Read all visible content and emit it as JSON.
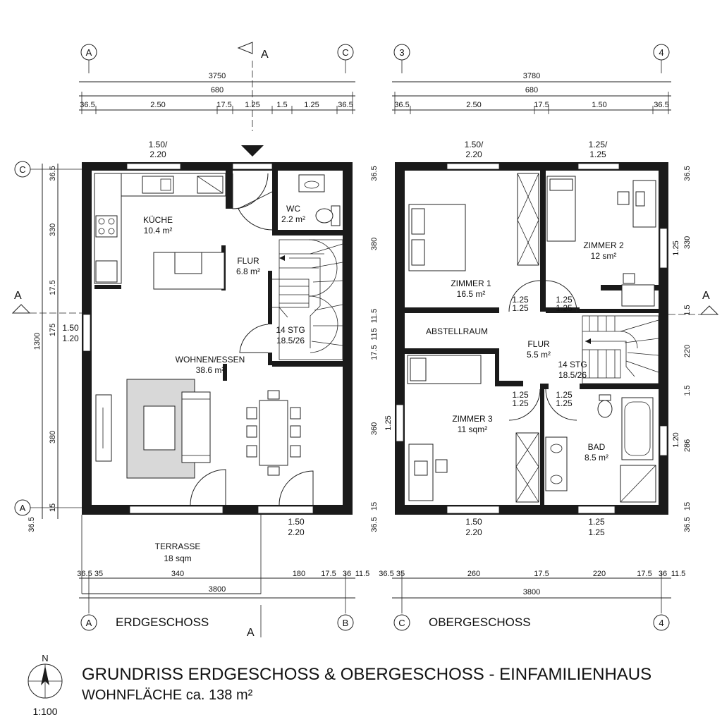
{
  "title": "GRUNDRISS ERDGESCHOSS & OBERGESCHOSS - EINFAMILIENHAUS",
  "subtitle": "WOHNFLÄCHE ca. 138 m²",
  "north": "N",
  "scale": "1:100",
  "section_marker": "A",
  "ground_floor": {
    "name": "ERDGESCHOSS",
    "axes": {
      "top_left": "A",
      "top_right": "C",
      "left_top": "C",
      "left_bottom": "A",
      "bottom_left": "A",
      "bottom_right": "B"
    },
    "top_dims": {
      "total": "3750",
      "second": "680",
      "chain": [
        "36.5",
        "2.50",
        "17.5",
        "1.25",
        "1.5",
        "1.25",
        "36.5"
      ]
    },
    "bottom_dims": {
      "chain": [
        "36.5",
        "35",
        "340",
        "180",
        "17.5",
        "36",
        "11.5"
      ],
      "total": "3800"
    },
    "left_dims": {
      "total": "1300",
      "chain": [
        "36.5",
        "330",
        "17.5",
        "175",
        "380",
        "15",
        "36.5"
      ]
    },
    "windows": {
      "top": "1.50/\n2.20",
      "top_line1": "1.50/",
      "top_line2": "2.20",
      "left_line1": "1.50",
      "left_line2": "1.20",
      "bottom_line1": "1.50",
      "bottom_line2": "2.20"
    },
    "rooms": {
      "kueche": {
        "name": "KÜCHE",
        "area": "10.4 m²"
      },
      "wc": {
        "name": "WC",
        "area": "2.2 m²"
      },
      "flur": {
        "name": "FLUR",
        "area": "6.8 m²"
      },
      "stair": {
        "name": "14 STG",
        "spec": "18.5/26"
      },
      "wohnen": {
        "name": "WOHNEN/ESSEN",
        "area": "38.6 m²"
      },
      "terrasse": {
        "name": "TERRASSE",
        "area": "18 sqm"
      }
    }
  },
  "upper_floor": {
    "name": "OBERGESCHOSS",
    "axes": {
      "top_left": "3",
      "top_right": "4",
      "bottom_left": "C",
      "bottom_right": "4"
    },
    "top_dims": {
      "total": "3780",
      "second": "680",
      "chain": [
        "36.5",
        "2.50",
        "17.5",
        "1.50",
        "36.5"
      ]
    },
    "bottom_dims": {
      "chain": [
        "36.5",
        "35",
        "260",
        "17.5",
        "220",
        "17.5",
        "36",
        "11.5"
      ],
      "total": "3800"
    },
    "left_dims": {
      "chain": [
        "36.5",
        "380",
        "11.5",
        "17.5",
        "115",
        "360",
        "1.25",
        "15",
        "36.5"
      ]
    },
    "right_dims": {
      "chain": [
        "36.5",
        "330",
        "1.25",
        "1.5",
        "220",
        "1.5",
        "286",
        "1.20",
        "15",
        "36.5"
      ]
    },
    "windows": {
      "top1_line1": "1.50/",
      "top1_line2": "2.20",
      "top2_line1": "1.25/",
      "top2_line2": "1.25",
      "bottom1_line1": "1.50",
      "bottom1_line2": "2.20",
      "bottom2_line1": "1.25",
      "bottom2_line2": "1.25"
    },
    "door_dims": {
      "line1": "1.25",
      "line2": "1.25"
    },
    "rooms": {
      "zimmer1": {
        "name": "ZIMMER 1",
        "area": "16.5 m²"
      },
      "zimmer2": {
        "name": "ZIMMER 2",
        "area": "12 sm²"
      },
      "abstellraum": {
        "name": "ABSTELLRAUM"
      },
      "flur": {
        "name": "FLUR",
        "area": "5.5 m²"
      },
      "stair": {
        "name": "14 STG",
        "spec": "18.5/26"
      },
      "zimmer3": {
        "name": "ZIMMER 3",
        "area": "11 sqm²"
      },
      "bad": {
        "name": "BAD",
        "area": "8.5 m²"
      }
    }
  }
}
